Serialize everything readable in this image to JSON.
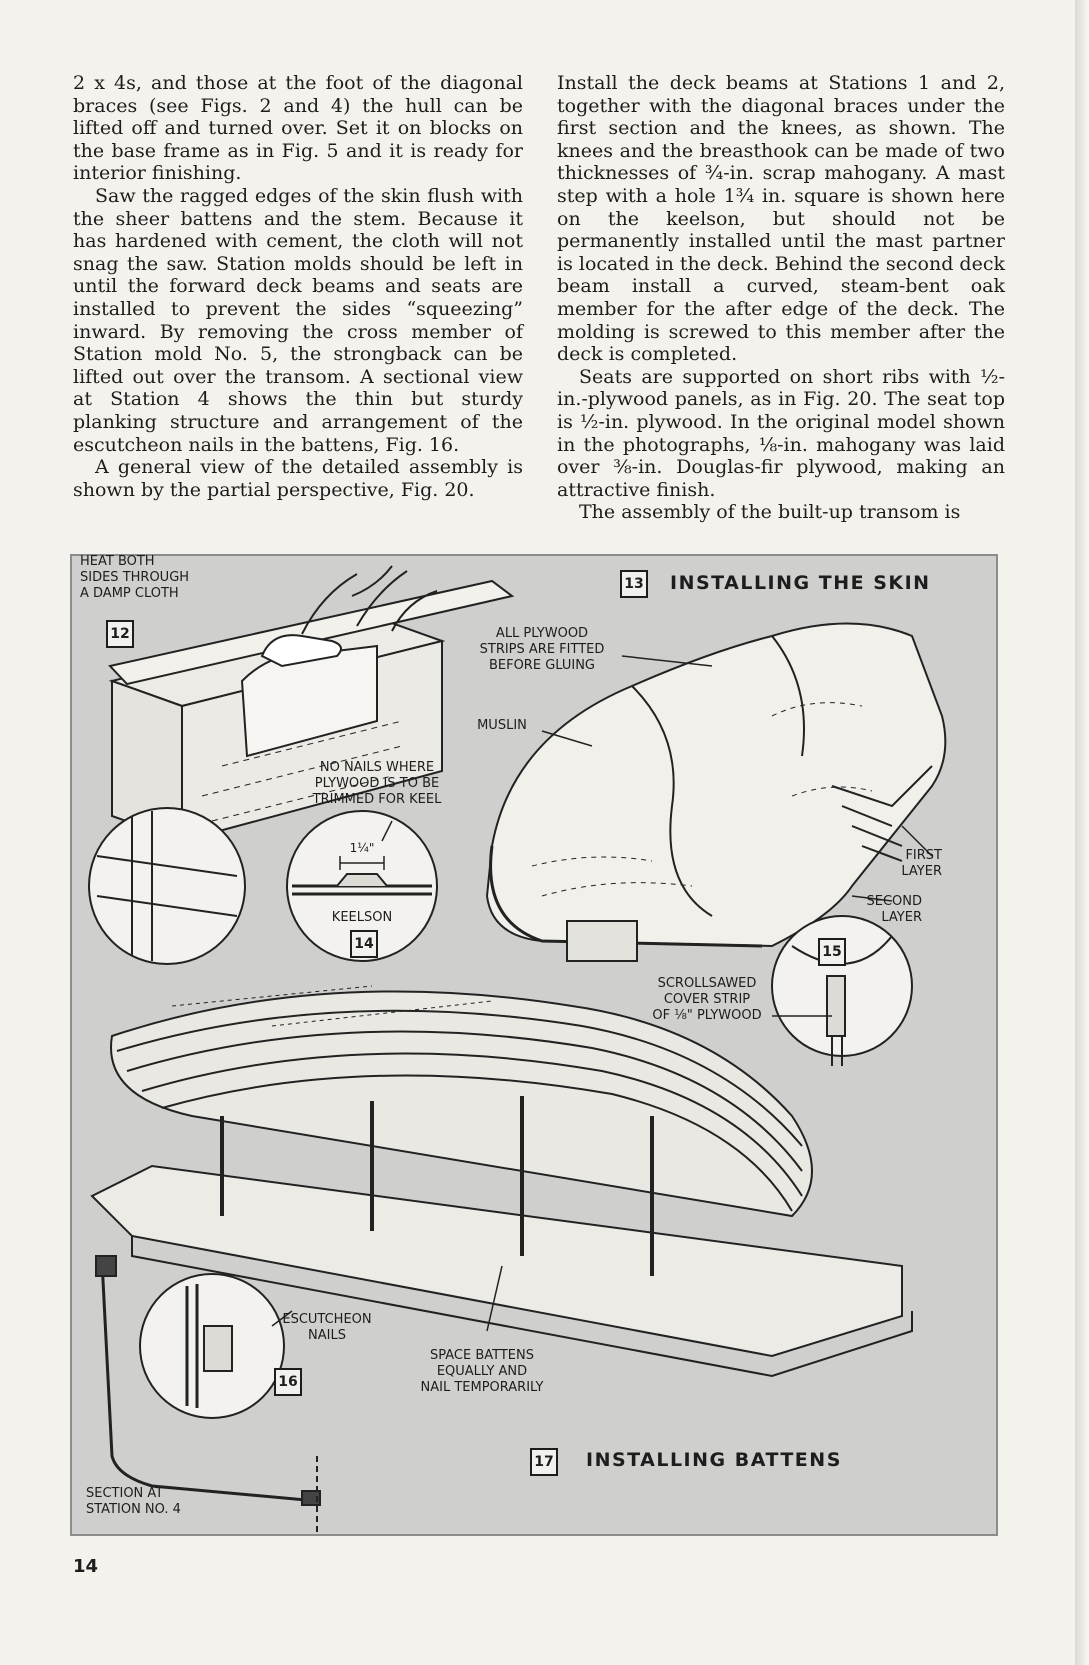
{
  "columns": {
    "left": [
      "2 x 4s, and those at the foot of the diagonal braces (see Figs. 2 and 4) the hull can be lifted off and turned over. Set it on blocks on the base frame as in Fig. 5 and it is ready for interior finishing.",
      "Saw the ragged edges of the skin flush with the sheer battens and the stem. Because it has hardened with cement, the cloth will not snag the saw. Station molds should be left in until the forward deck beams and seats are installed to prevent the sides “squeezing” inward. By removing the cross member of Station mold No. 5, the strongback can be lifted out over the transom. A sectional view at Station 4 shows the thin but sturdy planking structure and arrangement of the escutcheon nails in the battens, Fig. 16.",
      "A general view of the detailed assembly is shown by the partial perspective, Fig. 20."
    ],
    "right": [
      "Install the deck beams at Stations 1 and 2, together with the diagonal braces under the first section and the knees, as shown. The knees and the breasthook can be made of two thicknesses of ¾-in. scrap mahogany. A mast step with a hole 1¾ in. square is shown here on the keelson, but should not be permanently installed until the mast partner is located in the deck. Behind the second deck beam install a curved, steam-bent oak member for the after edge of the deck. The molding is screwed to this member after the deck is completed.",
      "Seats are supported on short ribs with ½-in.-plywood panels, as in Fig. 20. The seat top is ½-in. plywood. In the original model shown in the photographs, ⅛-in. mahogany was laid over ⅜-in. Douglas-fir plywood, making an attractive finish.",
      "The assembly of the built-up transom is"
    ]
  },
  "figure": {
    "fig12": {
      "number": "12",
      "label": "HEAT BOTH\nSIDES THROUGH\nA DAMP CLOTH"
    },
    "fig13": {
      "number": "13",
      "title": "INSTALLING THE SKIN",
      "label_strips": "ALL PLYWOOD\nSTRIPS ARE FITTED\nBEFORE GLUING",
      "label_muslin": "MUSLIN",
      "label_first": "FIRST\nLAYER",
      "label_second": "SECOND\nLAYER"
    },
    "fig14": {
      "number": "14",
      "label_nonails": "NO NAILS WHERE\nPLYWOOD IS TO BE\nTRIMMED FOR KEEL",
      "dimension": "1¼\"",
      "label_keelson": "KEELSON"
    },
    "fig15": {
      "number": "15",
      "label": "SCROLLSAWED\nCOVER STRIP\nOF ⅛\" PLYWOOD"
    },
    "fig16": {
      "number": "16",
      "label_nails": "ESCUTCHEON\nNAILS",
      "label_section": "SECTION AT\nSTATION NO. 4"
    },
    "fig17": {
      "number": "17",
      "title": "INSTALLING BATTENS",
      "label_battens": "SPACE BATTENS\nEQUALLY AND\nNAIL TEMPORARILY"
    }
  },
  "page_number": "14"
}
